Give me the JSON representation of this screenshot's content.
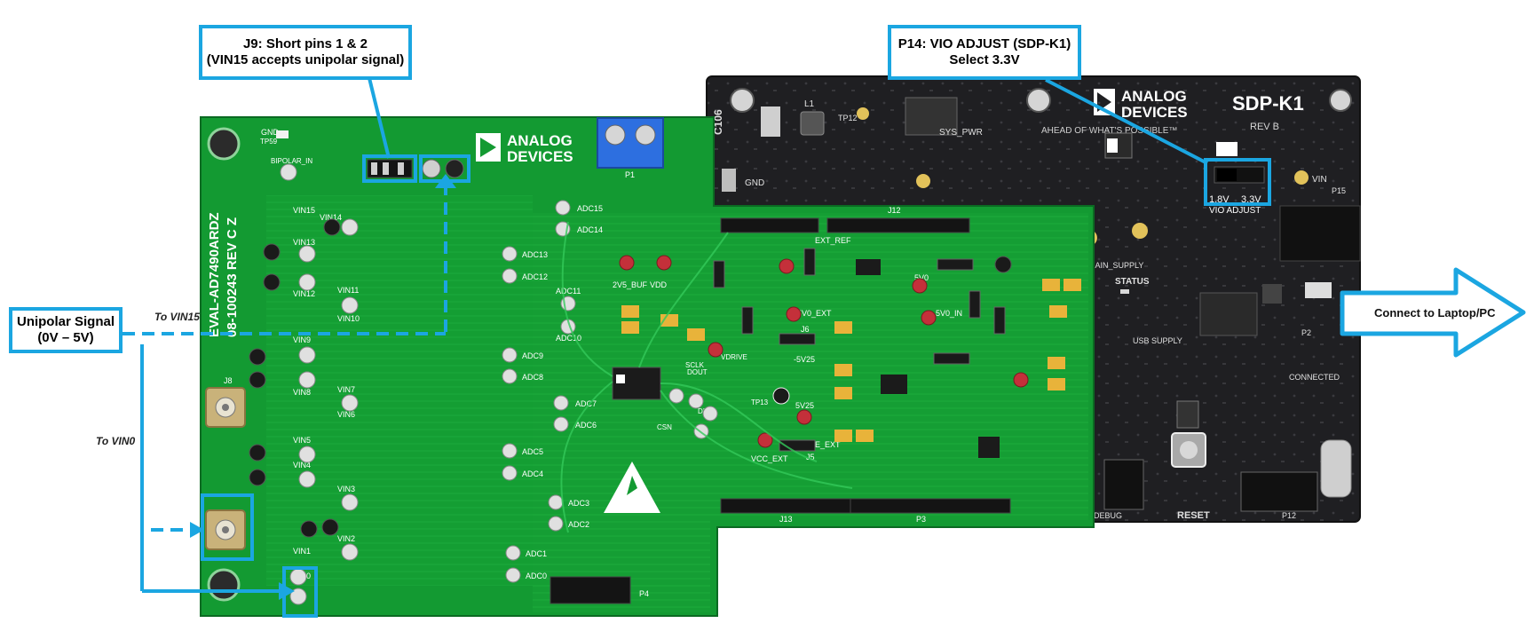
{
  "colors": {
    "callout_border": "#1ba6e1",
    "eval_board": "#139a32",
    "sdp_board": "#202022"
  },
  "callouts": {
    "j9": {
      "line1": "J9: Short pins 1 & 2",
      "line2": "(VIN15 accepts unipolar signal)"
    },
    "p14": {
      "line1": "P14: VIO ADJUST (SDP-K1)",
      "line2": "Select 3.3V"
    },
    "unipolar": {
      "line1": "Unipolar Signal",
      "line2": "(0V – 5V)"
    }
  },
  "notes": {
    "to_vin15": "To VIN15",
    "to_vin0": "To VIN0",
    "connect": "Connect to Laptop/PC"
  },
  "eval_board": {
    "model": "EVAL-AD7490ARDZ",
    "part": "08-100243 REV C Z",
    "brand": [
      "ANALOG",
      "DEVICES"
    ],
    "vin_labels": [
      "VIN15",
      "VIN14",
      "VIN13",
      "VIN12",
      "VIN11",
      "VIN10",
      "VIN9",
      "VIN8",
      "VIN7",
      "VIN6",
      "VIN5",
      "VIN4",
      "VIN3",
      "VIN2",
      "VIN1",
      "VIN0"
    ],
    "adc_labels": [
      "ADC15",
      "ADC14",
      "ADC13",
      "ADC12",
      "ADC11",
      "ADC10",
      "ADC9",
      "ADC8",
      "ADC7",
      "ADC6",
      "ADC5",
      "ADC4",
      "ADC3",
      "ADC2",
      "ADC1",
      "ADC0"
    ],
    "labels": {
      "gnd": "GND",
      "tp59": "TP59",
      "bipolar_in": "BIPOLAR_IN",
      "j8": "J8",
      "p1": "P1",
      "p4": "P4",
      "j13": "J13",
      "p3": "P3",
      "j12": "J12",
      "vdrive": "VDRIVE",
      "vdd": "VDD",
      "dout": "DOUT",
      "din": "DIN",
      "csn": "CSN",
      "sclk": "SCLK",
      "v5_ext": "5V0_EXT",
      "v5_in": "5V0_IN",
      "vee_ext": "VEE_EXT",
      "vcc_ext": "VCC_EXT",
      "ext_ref": "EXT_REF",
      "buf": "2V5_BUF",
      "j6": "J6",
      "j5": "J5",
      "tp13": "TP13",
      "n5v25": "-5V25",
      "p5v25": "5V25",
      "v5v0": "5V0"
    }
  },
  "sdp_board": {
    "title": "SDP-K1",
    "rev": "REV B",
    "brand": [
      "ANALOG",
      "DEVICES"
    ],
    "tagline": "AHEAD OF WHAT'S POSSIBLE™",
    "labels": {
      "vio_adjust": "VIO ADJUST",
      "v18": "1.8V",
      "v33": "3.3V",
      "status": "STATUS",
      "reset": "RESET",
      "connected": "CONNECTED",
      "usb_supply": "USB SUPPLY",
      "main_supply": "MAIN_SUPPLY",
      "sys_pwr": "SYS_PWR",
      "vin": "VIN",
      "p15": "P15",
      "p12": "P12",
      "debug": "DEBUG",
      "gnd": "GND",
      "c106": "C106",
      "l1": "L1",
      "tp12": "TP12",
      "p2": "P2"
    }
  }
}
